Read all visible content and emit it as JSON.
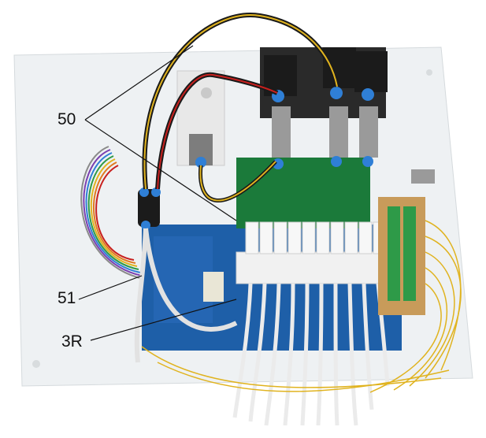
{
  "figure": {
    "callouts": [
      {
        "id": "50",
        "text": "50"
      },
      {
        "id": "51",
        "text": "51"
      },
      {
        "id": "3R",
        "text": "3R"
      }
    ],
    "colors": {
      "board_blue": "#1e5fa8",
      "terminal_green": "#2e9a48",
      "tube_white": "#f1f1f1",
      "wire_yellow": "#e0b31f",
      "wire_red": "#c8201e",
      "fitting_blue": "#2f7fd6",
      "acrylic_base": "#eef1f3"
    }
  }
}
